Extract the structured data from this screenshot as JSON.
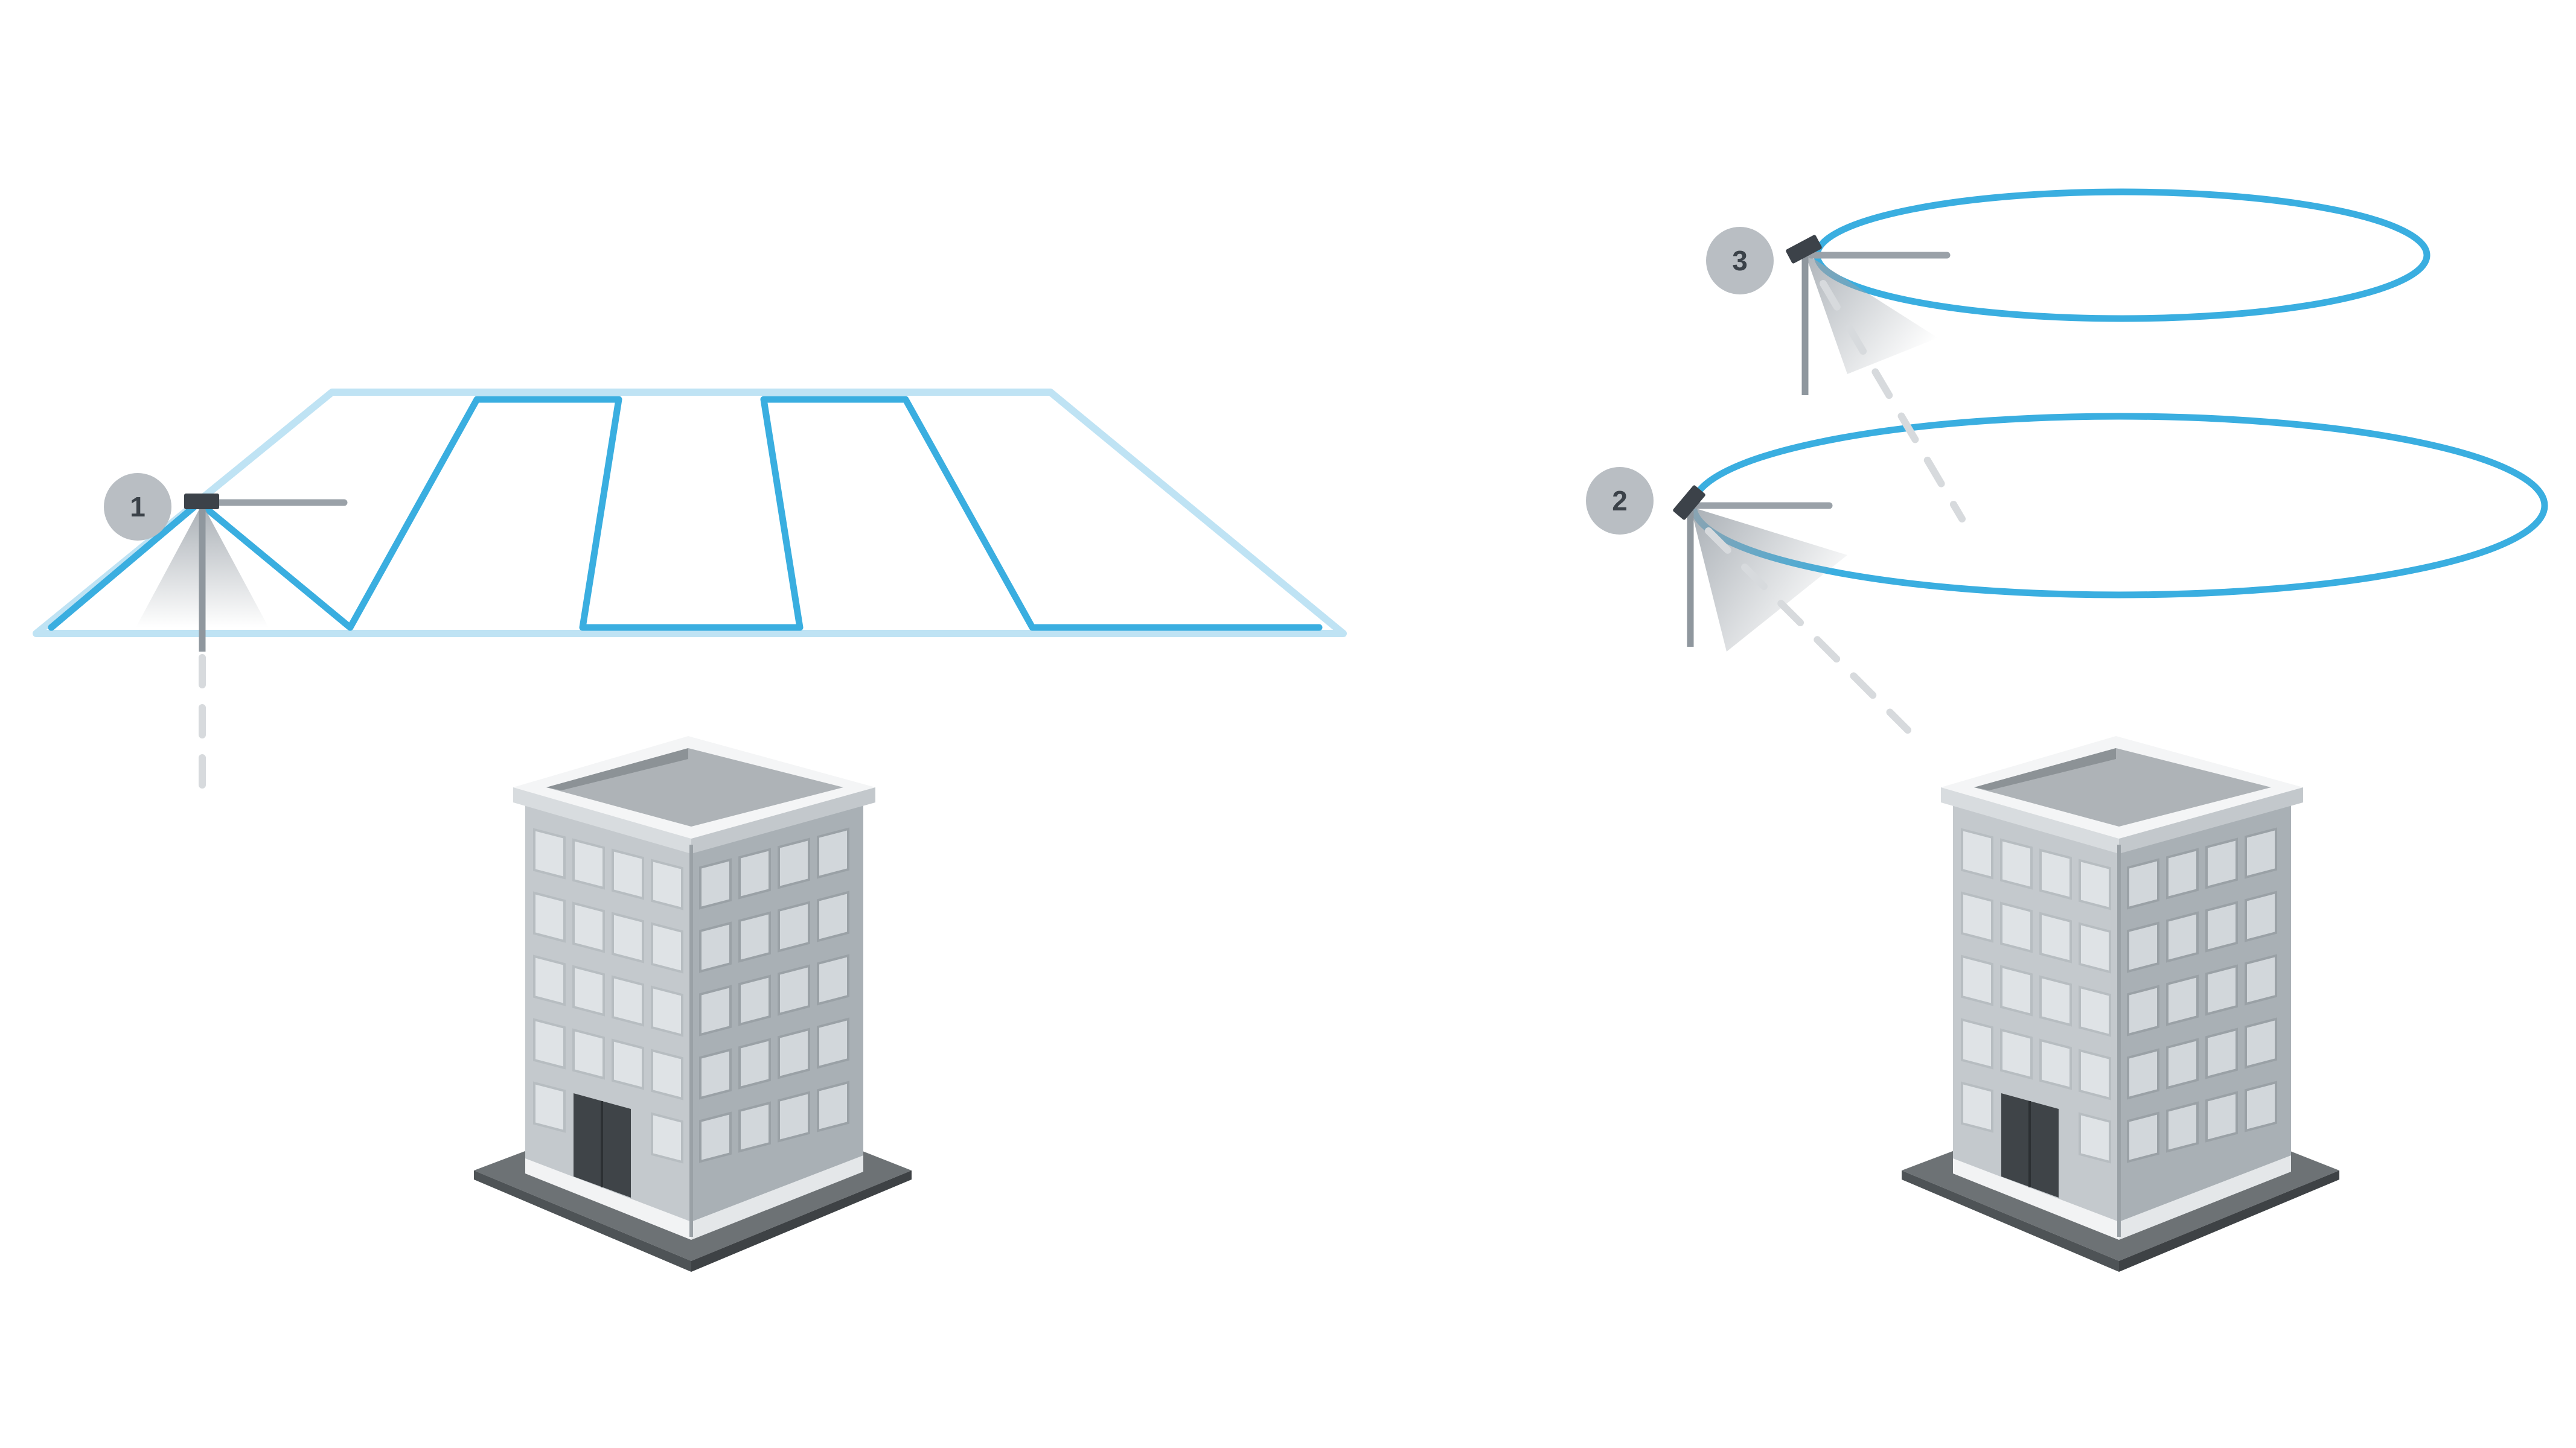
{
  "colors": {
    "background": "#ffffff",
    "flight_path": "#3aaee0",
    "flight_path_light": "#bfe3f4",
    "marker_fill": "#b9bec3",
    "marker_text": "#3b4249",
    "pole": "#8f979e",
    "gimbal_line": "#9aa1a8",
    "camera_body": "#3c4249",
    "dashed_line": "#d7dadd",
    "building_wall_left": "#c4c9cd",
    "building_wall_right": "#a9b0b5",
    "building_window_left": "#dfe3e6",
    "building_window_right": "#d2d7db",
    "building_roof": "#aeb3b7",
    "building_ground": "#6d7275",
    "door": "#3f4448"
  },
  "markers": [
    {
      "id": "marker-1",
      "label": "1"
    },
    {
      "id": "marker-2",
      "label": "2"
    },
    {
      "id": "marker-3",
      "label": "3"
    }
  ],
  "scenes": {
    "left": {
      "pattern": "grid",
      "flight_path_lanes": 4
    },
    "right": {
      "pattern": "orbit",
      "orbits": 2
    }
  }
}
